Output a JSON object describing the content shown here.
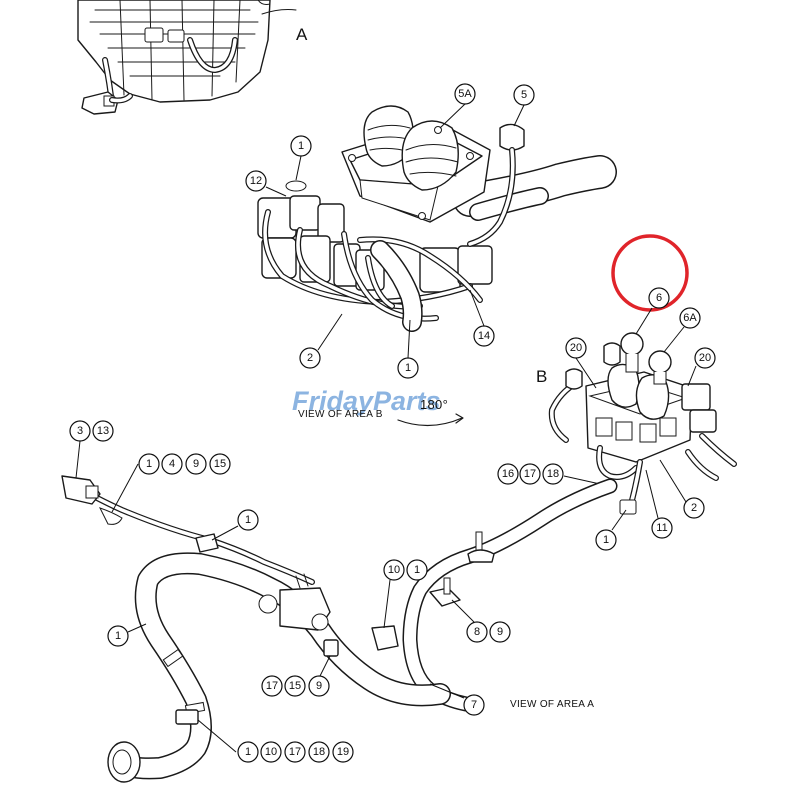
{
  "diagram": {
    "area_labels": {
      "a": "A",
      "b": "B"
    },
    "view_labels": {
      "area_a": "VIEW OF AREA A",
      "area_b": "VIEW OF AREA B"
    },
    "rotation_label": "180°",
    "watermark": "FridayParts",
    "highlight_color": "#e0242a",
    "watermark_color": "#2f77c9",
    "callouts": {
      "c1_top": "1",
      "c5a": "5A",
      "c5": "5",
      "c12": "12",
      "c2_top": "2",
      "c1_mid": "1",
      "c14": "14",
      "c6": "6",
      "c6a": "6A",
      "c20_left": "20",
      "c20_right": "20",
      "c2_right": "2",
      "c11": "11",
      "c1_right": "1",
      "c16_a": "16",
      "c17_a": "17",
      "c18_a": "18",
      "c3": "3",
      "c13": "13",
      "c1_b": "1",
      "c4": "4",
      "c9_b": "9",
      "c15_b": "15",
      "c1_wire": "1",
      "c10_c": "10",
      "c1_c": "1",
      "c8": "8",
      "c9_d": "9",
      "c1_left": "1",
      "c17_e": "17",
      "c15_e": "15",
      "c9_e": "9",
      "c7": "7",
      "c1_f": "1",
      "c10_f": "10",
      "c17_f": "17",
      "c18_f": "18",
      "c19": "19"
    }
  }
}
